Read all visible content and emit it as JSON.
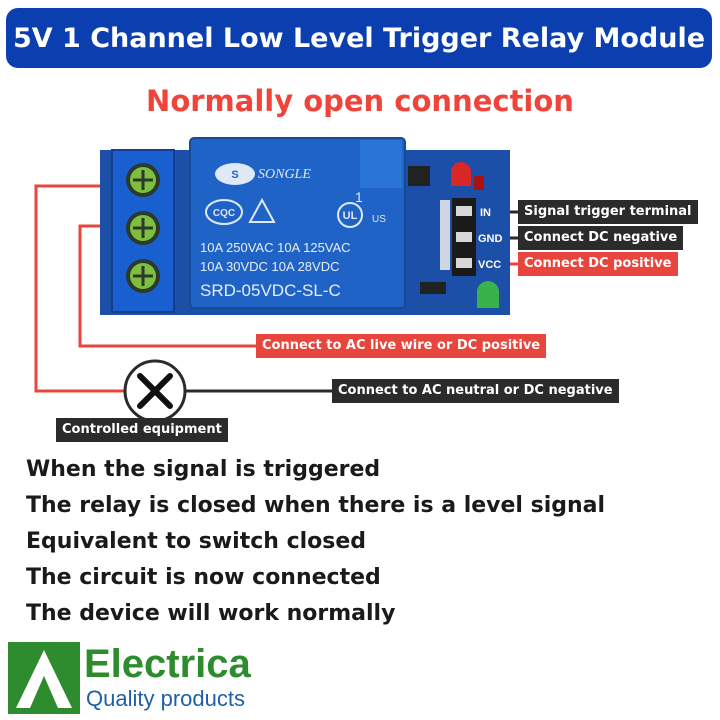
{
  "title": "5V 1 Channel Low Level Trigger Relay Module",
  "subtitle": "Normally open connection",
  "relay": {
    "brand": "SONGLE",
    "channel_number": "1",
    "cqc_label": "CQC",
    "us_label": "US",
    "rating_line1": "10A 250VAC  10A 125VAC",
    "rating_line2": "10A  30VDC  10A  28VDC",
    "model": "SRD-05VDC-SL-C",
    "pin_in": "IN",
    "pin_gnd": "GND",
    "pin_vcc": "VCC"
  },
  "labels": {
    "signal_trigger": "Signal trigger terminal",
    "dc_negative": "Connect DC negative",
    "dc_positive": "Connect DC positive",
    "ac_live": "Connect to AC live wire or DC positive",
    "ac_neutral": "Connect to AC neutral or DC negative",
    "controlled_equipment": "Controlled equipment"
  },
  "description": [
    "When the signal is triggered",
    "The relay is closed when there is a level signal",
    "Equivalent to switch closed",
    "The circuit is now connected",
    "The device will work normally"
  ],
  "brand": {
    "name": "Electrica",
    "tagline": "Quality products"
  },
  "colors": {
    "banner": "#0b3fb0",
    "accent_red": "#f0443a",
    "relay_blue": "#1f63c6",
    "pcb_blue": "#1c4fa8",
    "brand_green": "#2e8b2e"
  }
}
